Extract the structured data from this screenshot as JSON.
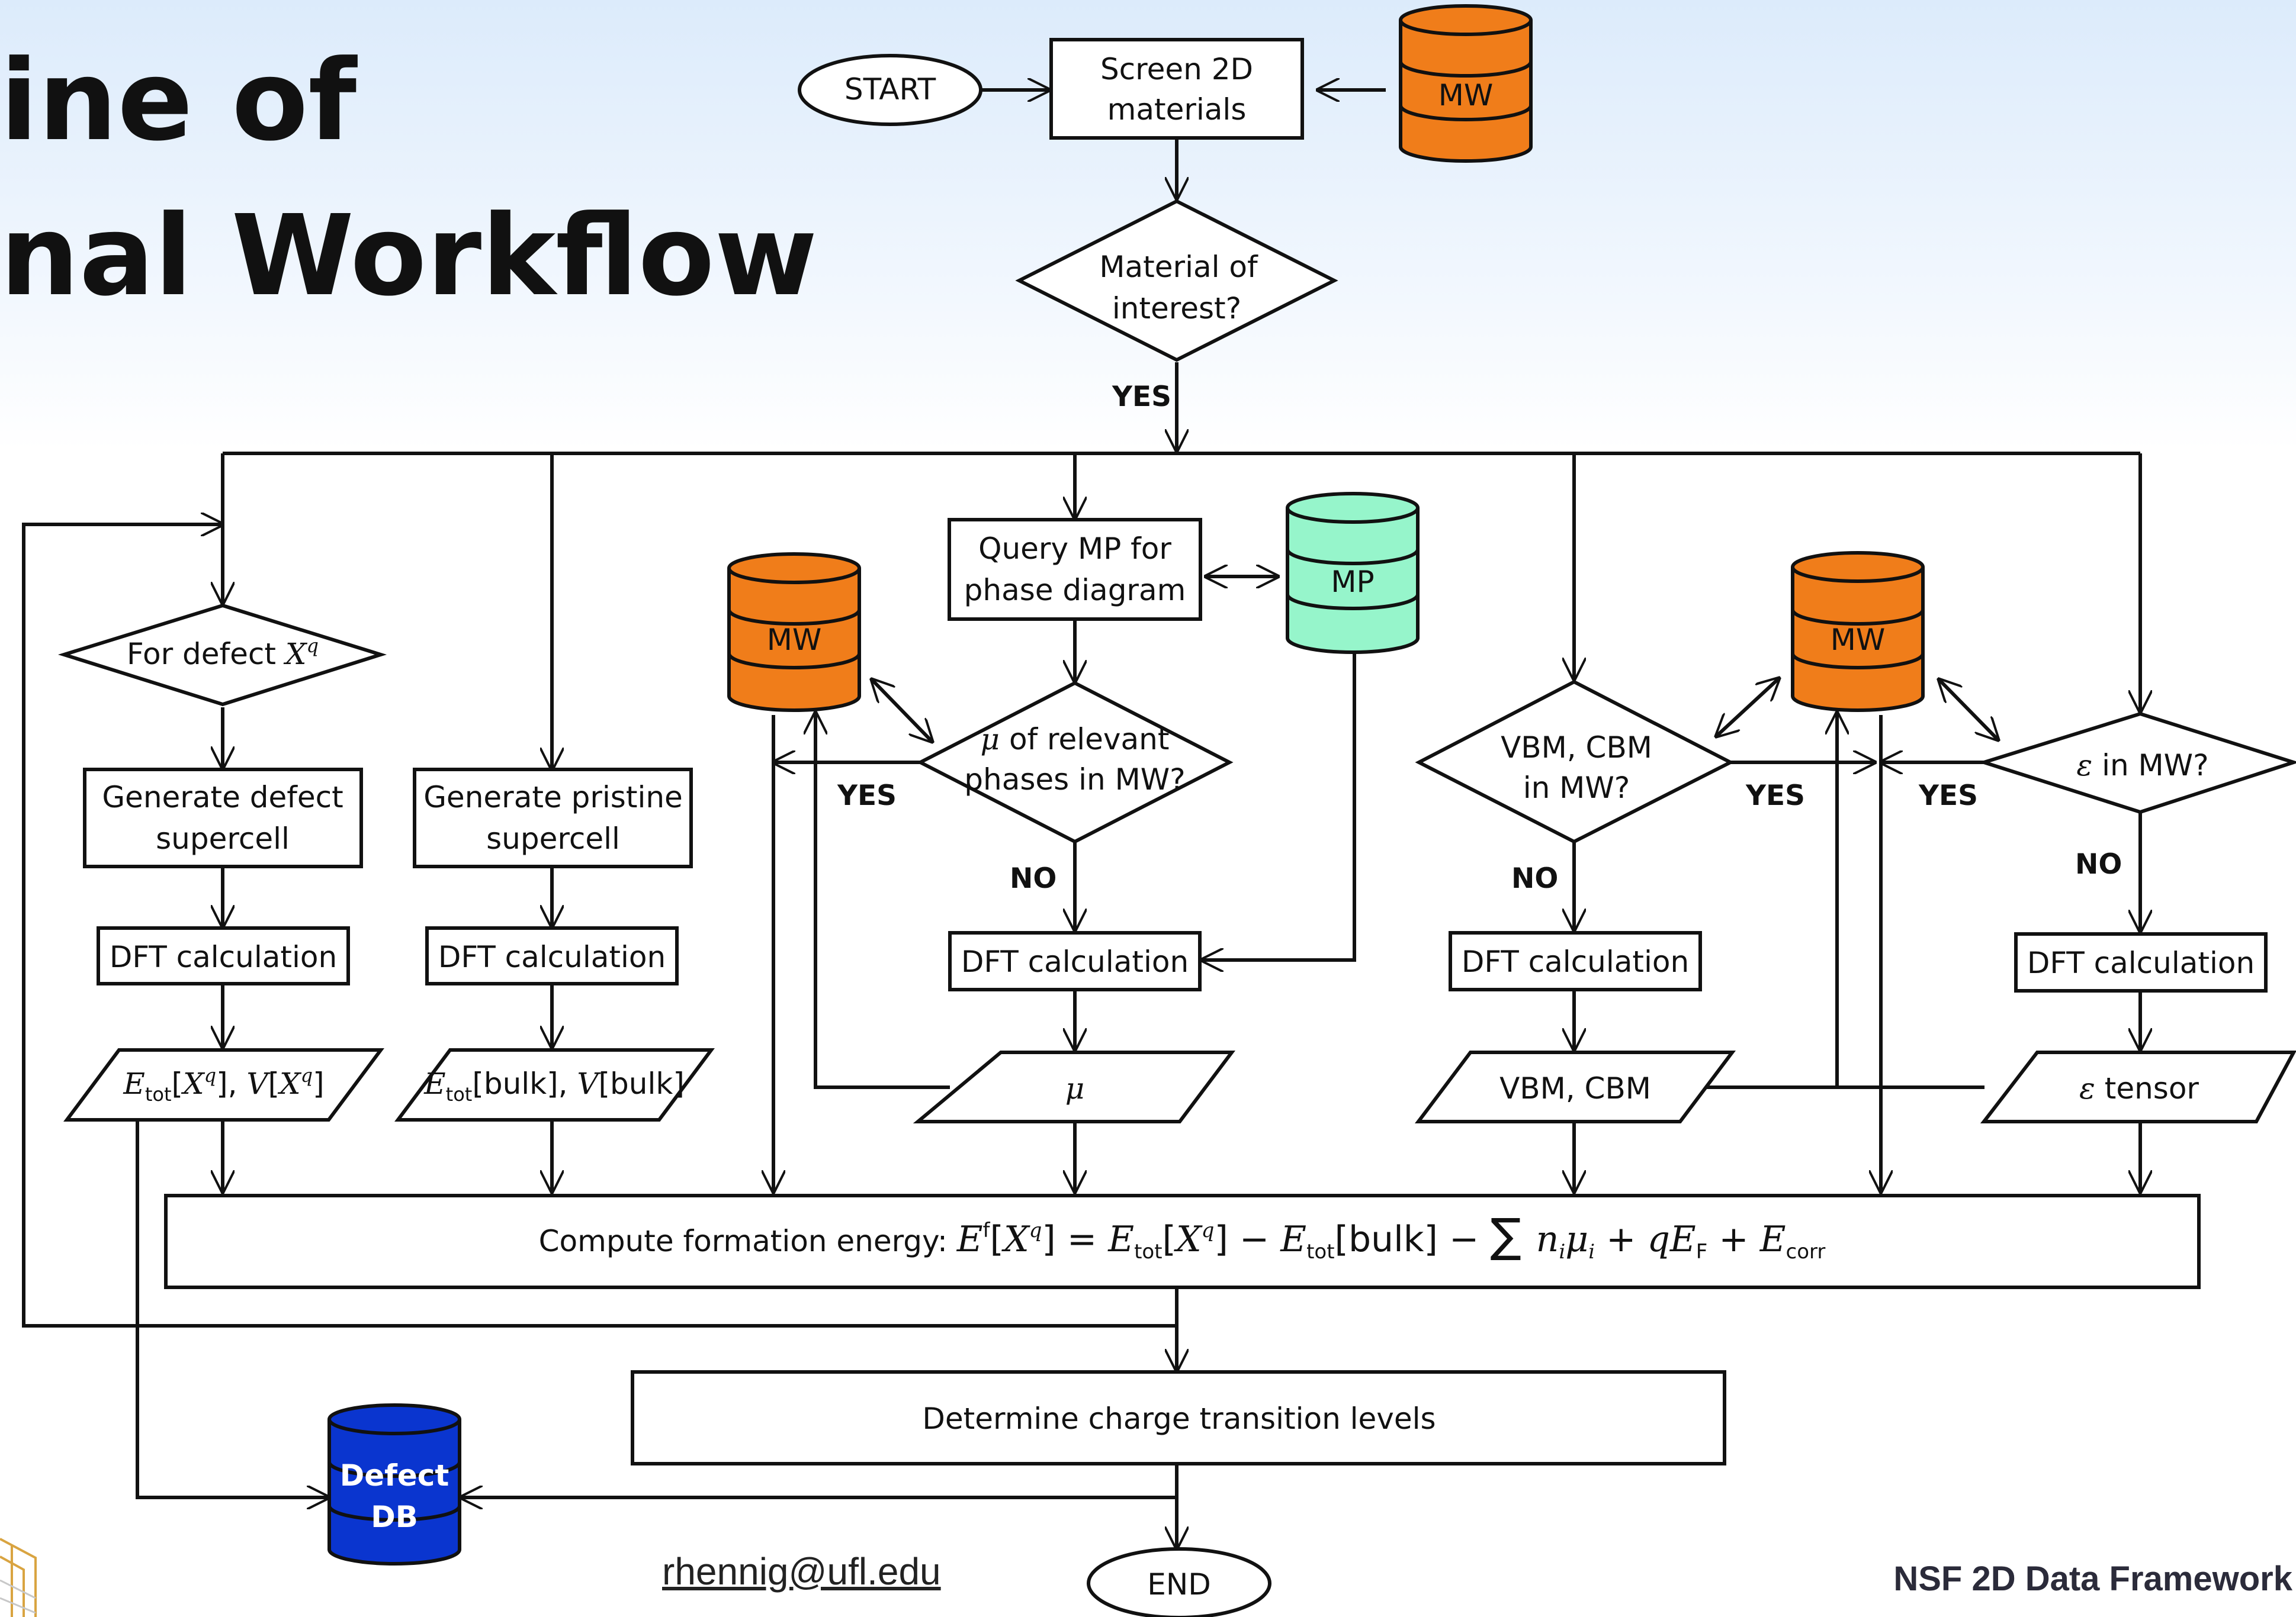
{
  "slide": {
    "title_line1": "ine of",
    "title_line2": "nal Workflow",
    "email": "rhennig@ufl.edu",
    "footer": "NSF 2D Data Framework"
  },
  "databases": {
    "mw": "MW",
    "mp": "MP",
    "defect_db_line1": "Defect",
    "defect_db_line2": "DB"
  },
  "nodes": {
    "start": "START",
    "screen_line1": "Screen 2D",
    "screen_line2": "materials",
    "interest_line1": "Material of",
    "interest_line2": "interest?",
    "defect_decision_prefix": "For defect ",
    "defect_decision_var": "X",
    "defect_decision_sup": "q",
    "gen_defect_line1": "Generate defect",
    "gen_defect_line2": "supercell",
    "gen_pristine_line1": "Generate pristine",
    "gen_pristine_line2": "supercell",
    "dft": "DFT calculation",
    "query_mp_line1": "Query MP for",
    "query_mp_line2": "phase diagram",
    "mu_decision_var": "μ",
    "mu_decision_line1": " of relevant",
    "mu_decision_line2": "phases in MW?",
    "vbm_decision_line1": "VBM, CBM",
    "vbm_decision_line2": "in MW?",
    "eps_decision_var": "ε",
    "eps_decision_text": "  in MW?",
    "out_defect": {
      "E": "E",
      "tot": "tot",
      "l": "[",
      "X": "X",
      "q": "q",
      "m": "], ",
      "V": "V",
      "l2": "[",
      "X2": "X",
      "q2": "q",
      "r": "]"
    },
    "out_bulk": {
      "E": "E",
      "tot": "tot",
      "m": "[bulk], ",
      "V": "V",
      "r": "[bulk]"
    },
    "out_mu": "μ",
    "out_vbm": "VBM, CBM",
    "out_eps_var": "ε",
    "out_eps_text": " tensor",
    "formation_prefix": "Compute formation energy: ",
    "formation_eq": {
      "E": "E",
      "f": "f",
      "b1": "[",
      "X": "X",
      "q": "q",
      "b2": "] = ",
      "E2": "E",
      "tot": "tot",
      "b3": "[",
      "X2": "X",
      "q2": "q",
      "b4": "] − ",
      "E3": "E",
      "tot2": "tot",
      "b5": "[bulk] − ",
      "sum": "∑ ",
      "n": "n",
      "i": "i",
      "mu": "μ",
      "i2": "i",
      "plus1": " + ",
      "qE": "qE",
      "F": "F",
      "plus2": " + ",
      "E4": "E",
      "corr": "corr"
    },
    "transition": "Determine charge transition levels",
    "end": "END"
  },
  "edge_labels": {
    "yes": "YES",
    "no": "NO"
  },
  "colors": {
    "mw_db": "#f07d1a",
    "mp_db": "#96f5cb",
    "defect_db": "#0a35cf",
    "stroke": "#111111"
  }
}
